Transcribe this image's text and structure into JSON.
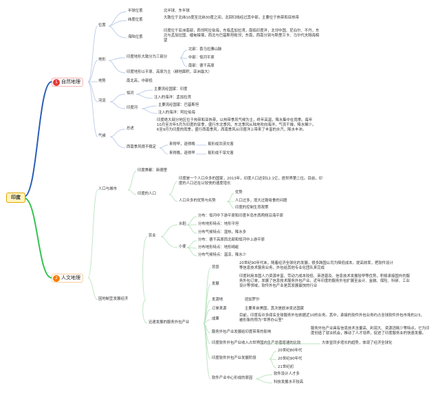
{
  "colors": {
    "blue": "#2b5cb8",
    "green": "#33c24d",
    "root_fill": "#fff3bf",
    "branch_line": "#b9cbe8"
  },
  "root": "印度",
  "nature": {
    "badge": "1",
    "label": "自然地理",
    "location": {
      "label": "位置",
      "hemisphere_k": "半球位置",
      "hemisphere_v": "北半球、东半球",
      "latitude_k": "纬度位置",
      "latitude_v": "大致位于北纬10度至北纬30度之间，北回归线经过其中部，主要位于热带和亚热带",
      "sealand_k": "海陆位置",
      "sealand_v": "印度位于亚洲南部，西邻阿拉伯海，东临孟加拉湾，南临印度洋，北邻中国、尼泊尔、不丹，东北与孟加拉国、缅甸接壤，西北与巴基斯坦毗邻；东南，西南分别与斯里兰卡、马尔代夫隔海相望"
    },
    "terrain": {
      "label": "地形",
      "three_parts": "印度地形大致分为三部分",
      "north": "北部：喜马拉雅山脉",
      "middle": "中部：恒河平原",
      "south": "南部：德干高原",
      "plains": "印度地形以平原、高原为主（耕地面积，亚洲最大）"
    },
    "landform": {
      "label": "地势",
      "value": "南北高，中部低"
    },
    "rivers": {
      "label": "河流",
      "indus_k": "恒河",
      "indus_1": "主要流经国家：印度",
      "indus_2": "注入的海洋：孟加拉湾",
      "ganga_k": "印度河",
      "ganga_1": "主要流经国家：巴基斯坦",
      "ganga_2": "注入的海洋：阿拉伯海"
    },
    "climate": {
      "label": "气候",
      "summary_k": "总述",
      "summary_v": "印度绝大部分地区位于热带和亚热带，以热带季风气候为主，终年高温，降水集中在雨季。每年10月至次年5月为印度的旱季，盛行东北季风，东北季风从陆地吹向海洋，气流干燥，降水稀少。6至9月为印度的雨季，盛行西南季风，西南季风从印度洋上带来了丰富的水汽，降水丰沛。",
      "monsoon_k": "西南季风很不稳定",
      "early": "来得早，退得晚",
      "early_r": "易形成洪涝灾害",
      "late": "来得晚，退得早",
      "late_r": "易形成干旱灾害"
    }
  },
  "human": {
    "badge": "2",
    "label": "人文地理",
    "population": {
      "label": "人口与城市",
      "capital": "印度首都：新德里",
      "pop_k": "印度的人口",
      "pop_v": "印度是一个人口众多的国家，2013年，印度人口达到12.1亿，居世界第二位。目前，印度的人口还在以较快的速度增长",
      "effects_k": "人口众多的优势与劣势",
      "adv": "优势",
      "disadv": "人口过多，增大过致吸食的问题",
      "control": "印度的控制生育政策"
    },
    "economy": {
      "label": "因地制宜发展经济",
      "agri": {
        "label": "农业",
        "rice": "水稻",
        "rice_1": "分布：恒河中下游平原和印度半岛东西两侧沿海平原",
        "rice_2": "分布地形特点：地形平坦",
        "rice_3": "分布气候特点：湿热，降水多",
        "wheat": "小麦",
        "wheat_1": "分布：德干高原西北部和恒河中上游平原",
        "wheat_2": "分布地形特点：地形崎岖",
        "wheat_3": "分布气候特点：温凉，降水少"
      },
      "service": {
        "label": "迅速发展的服务外包产业",
        "bg_k": "背景",
        "bg_v": "20世纪90年代末，随着经济全球化的发展，很多跨国公司为降低成本，提高效率，把软件设计等信息技术服务业务，外包给其他专业化团队来完成",
        "dev_k": "发展",
        "dev_v": "印度利用本国人力资源丰富、劳动力成本较低、英语普及、信息技术发展较早等优势，积极承接国外的服务外包订单，发展了信息技术服务外包产业。近年印度的服务外包扩展至会计、金融、保险、科研、工业设计等领域，软件外包产业是其发展最快的行业",
        "base_k": "发源地",
        "base_v": "班加罗尔",
        "market_k": "订单来源",
        "market_v": "主要来自美国，其次是欧洲发达国家",
        "result_k": "成果",
        "result_v": "目前，印度有许多闻名全球服务外包依据近10的业务。其中，承接的软件外包业务约占全球软件外包市场的2/3，被形象的称为\"世界办公室\"",
        "impact_k": "服务外包产业发展给印度带来的影响",
        "impact_v": "服务外包产业具有信息技术含量高、利润大、资源消耗少等特点。它为印度创造了就业机会，推动了人才培养，促进了印度服务业的快速发展。",
        "share_k": "印度软件外包产业收入占世界国内生产总值增速的比较",
        "share_v": "大体呈同步增长的趋势，体现了经济全球化",
        "stage_k": "印度软件外包产业发展阶段",
        "stage_1": "20世纪80年代",
        "stage_2": "20世纪90年代",
        "stage_3": "21世纪初",
        "reason_k": "软件产业中心形成的原因",
        "reason_1": "软件设计人才多",
        "reason_2": "科技发展水平较高"
      }
    }
  }
}
